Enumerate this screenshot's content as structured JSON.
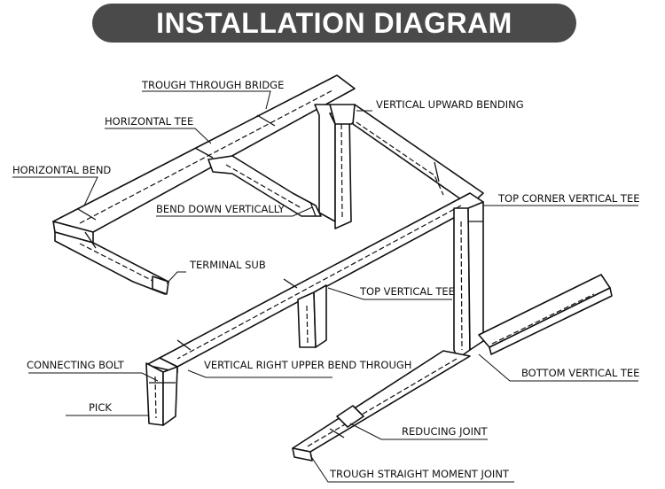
{
  "title": "INSTALLATION DIAGRAM",
  "labels": {
    "trough_through_bridge": "TROUGH THROUGH BRIDGE",
    "horizontal_tee": "HORIZONTAL TEE",
    "horizontal_bend": "HORIZONTAL BEND",
    "bend_down_vertically": "BEND DOWN VERTICALLY",
    "terminal_sub": "TERMINAL SUB",
    "vertical_upward_bending": "VERTICAL UPWARD BENDING",
    "top_corner_vertical_tee": "TOP CORNER VERTICAL TEE",
    "top_vertical_tee": "TOP VERTICAL TEE",
    "connecting_bolt": "CONNECTING BOLT",
    "vertical_right_upper_bend_through": "VERTICAL RIGHT UPPER BEND THROUGH",
    "pick": "PICK",
    "bottom_vertical_tee": "BOTTOM VERTICAL TEE",
    "reducing_joint": "REDUCING JOINT",
    "trough_straight_moment_joint": "TROUGH STRAIGHT MOMENT JOINT"
  }
}
